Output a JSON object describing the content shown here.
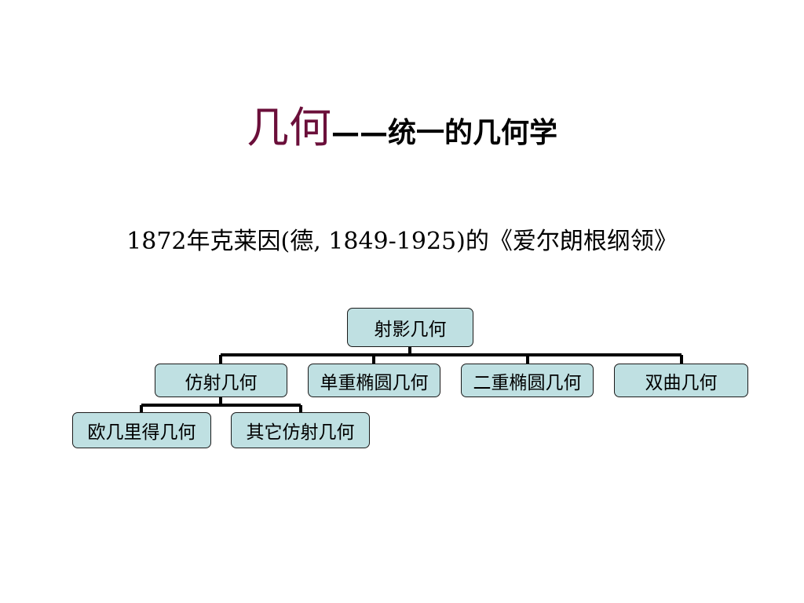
{
  "title": {
    "main": "几何",
    "sub": "——统一的几何学"
  },
  "subtitle": "1872年克莱因(德, 1849-1925)的《爱尔朗根纲领》",
  "tree": {
    "root": "射影几何",
    "level1": [
      "仿射几何",
      "单重椭圆几何",
      "二重椭圆几何",
      "双曲几何"
    ],
    "level2": [
      "欧几里得几何",
      "其它仿射几何"
    ]
  },
  "colors": {
    "title_main": "#6b0f3a",
    "node_fill": "#bfe0e2",
    "node_border": "#1a1a1a",
    "connector": "#000000"
  }
}
